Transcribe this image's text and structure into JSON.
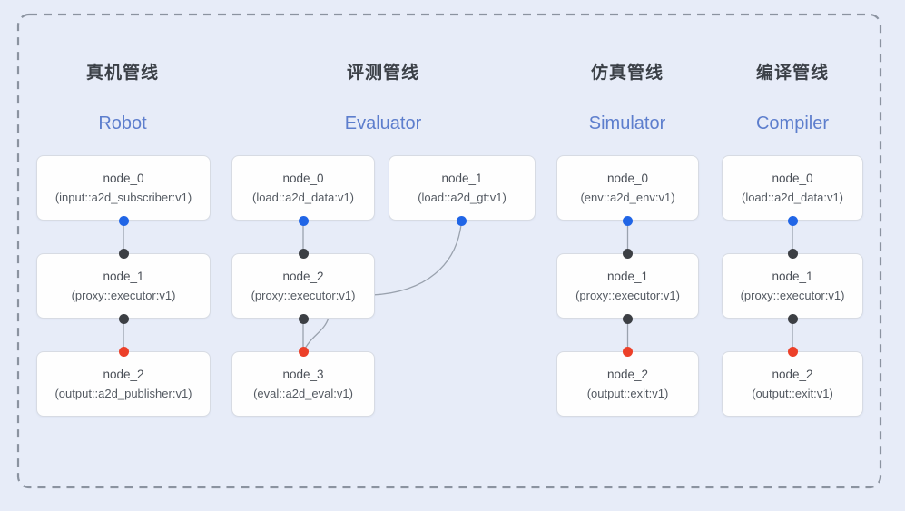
{
  "diagram": {
    "background_color": "#e7ecf8",
    "dashed_border_color": "#8b93a0",
    "connector_color": "#9aa2ae",
    "node_fill": "#fefefe",
    "node_border_color": "#d7dbe3",
    "port_colors": {
      "output_port_blue": "#2065e6",
      "relay_port_black": "#3c3f44",
      "input_port_red": "#ec4029"
    },
    "title_color": "#3b4047",
    "subtitle_color": "#5d7ecd"
  },
  "pipelines": [
    {
      "title": "真机管线",
      "subtitle": "Robot",
      "nodes": [
        {
          "name": "node_0",
          "type": "(input::a2d_subscriber:v1)"
        },
        {
          "name": "node_1",
          "type": "(proxy::executor:v1)"
        },
        {
          "name": "node_2",
          "type": "(output::a2d_publisher:v1)"
        }
      ]
    },
    {
      "title": "评测管线",
      "subtitle": "Evaluator",
      "nodes": [
        {
          "name": "node_0",
          "type": "(load::a2d_data:v1)"
        },
        {
          "name": "node_1",
          "type": "(load::a2d_gt:v1)"
        },
        {
          "name": "node_2",
          "type": "(proxy::executor:v1)"
        },
        {
          "name": "node_3",
          "type": "(eval::a2d_eval:v1)"
        }
      ]
    },
    {
      "title": "仿真管线",
      "subtitle": "Simulator",
      "nodes": [
        {
          "name": "node_0",
          "type": "(env::a2d_env:v1)"
        },
        {
          "name": "node_1",
          "type": "(proxy::executor:v1)"
        },
        {
          "name": "node_2",
          "type": "(output::exit:v1)"
        }
      ]
    },
    {
      "title": "编译管线",
      "subtitle": "Compiler",
      "nodes": [
        {
          "name": "node_0",
          "type": "(load::a2d_data:v1)"
        },
        {
          "name": "node_1",
          "type": "(proxy::executor:v1)"
        },
        {
          "name": "node_2",
          "type": "(output::exit:v1)"
        }
      ]
    }
  ]
}
